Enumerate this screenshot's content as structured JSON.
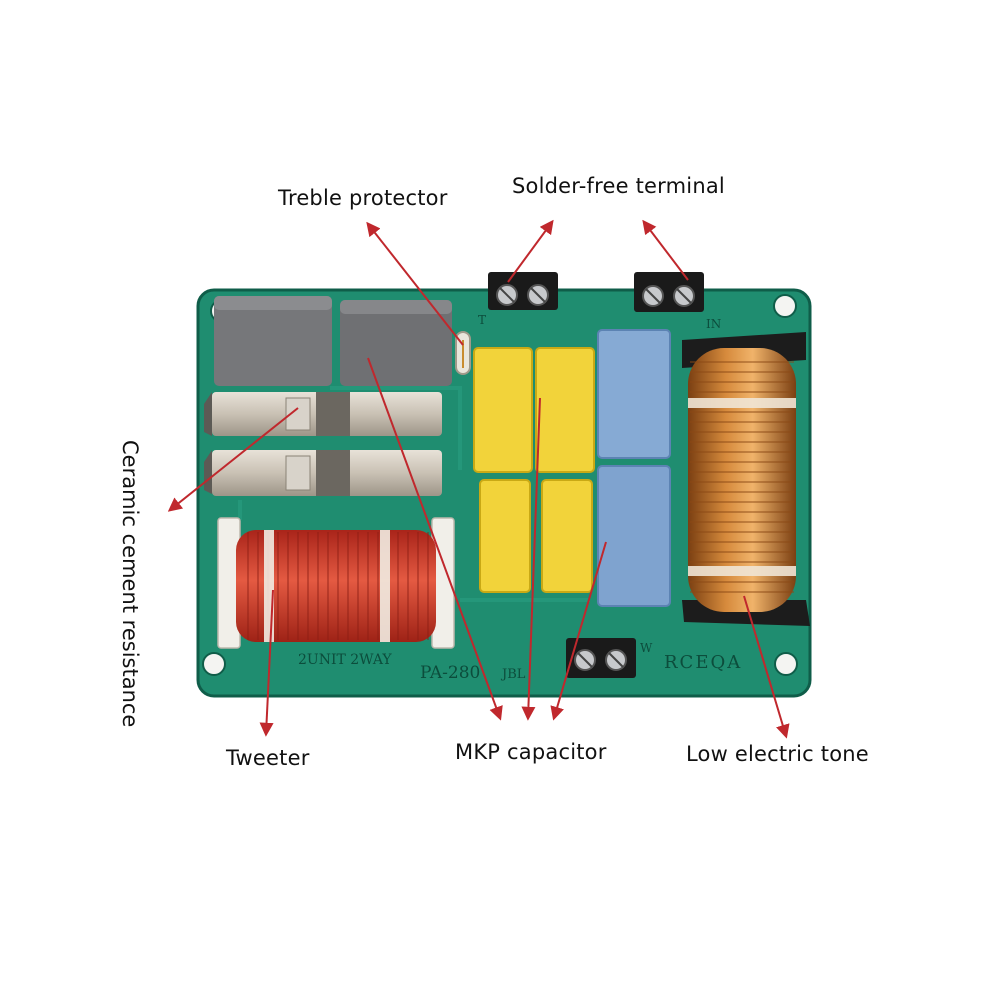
{
  "labels": {
    "treble_protector": "Treble protector",
    "solder_free_terminal": "Solder-free terminal",
    "ceramic_cement_resistance": "Ceramic cement resistance",
    "tweeter": "Tweeter",
    "mkp_capacitor": "MKP capacitor",
    "low_electric_tone": "Low electric tone"
  },
  "board_silkscreen": {
    "model": "PA-280",
    "brand_small": "JBL",
    "config": "2UNIT 2WAY",
    "maker": "RCEQA",
    "terminal_in": "IN",
    "terminal_t": "T",
    "terminal_w": "W"
  },
  "colors": {
    "pcb": "#1d8a6e",
    "pcb_dark": "#0f5d49",
    "arrow": "#c0282d",
    "yellow_cap": "#f2d33a",
    "blue_cap": "#7fa6d2",
    "grey_cap": "#7a7b7e",
    "copper_coil": "#c47a2c",
    "red_coil": "#d8432f"
  }
}
